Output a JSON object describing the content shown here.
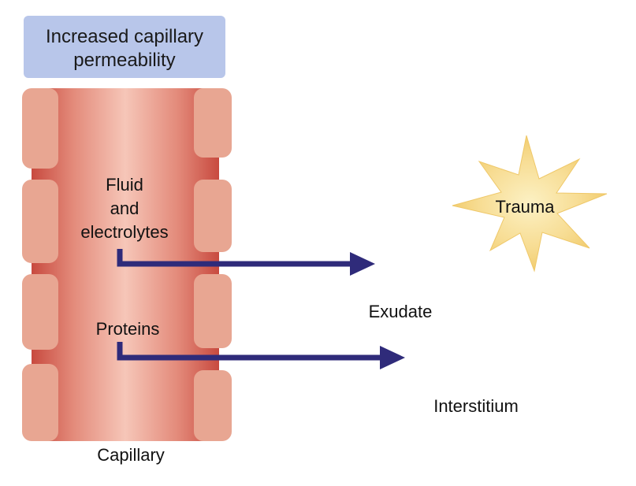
{
  "banner": {
    "line1": "Increased capillary",
    "line2": "permeability"
  },
  "capillary": {
    "inner_label_line1": "Fluid",
    "inner_label_line2": "and",
    "inner_label_line3": "electrolytes",
    "proteins_label": "Proteins",
    "caption": "Capillary"
  },
  "right": {
    "trauma_label": "Trauma",
    "exudate_label": "Exudate",
    "interstitium_label": "Interstitium"
  },
  "colors": {
    "banner_fill": "#b8c6ea",
    "capillary_dark": "#c84a3f",
    "capillary_light": "#f2b4a6",
    "cell_fill": "#e7a391",
    "cell_stroke": "#d98d7a",
    "arrow": "#2f2b7a",
    "starburst_center": "#fbeeb7",
    "starburst_edge": "#f2d27a"
  }
}
